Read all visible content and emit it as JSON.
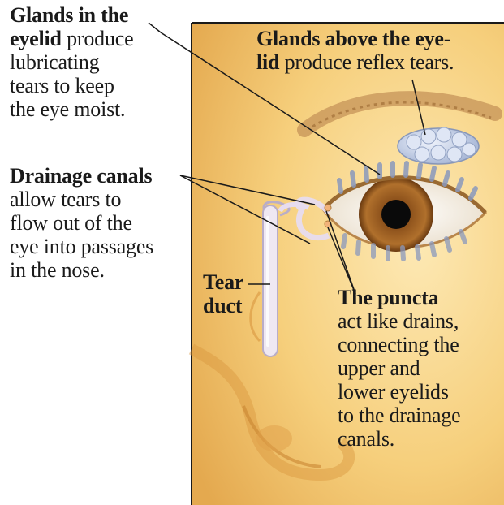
{
  "labels": {
    "eyelid_glands": {
      "lines": [
        {
          "bold": "Glands in the",
          "text": ""
        },
        {
          "bold": "eyelid",
          "text": " produce"
        },
        {
          "bold": "",
          "text": "lubricating"
        },
        {
          "bold": "",
          "text": "tears to keep"
        },
        {
          "bold": "",
          "text": "the eye moist."
        }
      ]
    },
    "above_glands": {
      "lines": [
        {
          "bold": "Glands above the eye-",
          "text": ""
        },
        {
          "bold": "lid",
          "text": " produce reflex tears."
        }
      ]
    },
    "drainage": {
      "lines": [
        {
          "bold": "Drainage canals",
          "text": ""
        },
        {
          "bold": "",
          "text": "allow tears to"
        },
        {
          "bold": "",
          "text": "flow out of the"
        },
        {
          "bold": "",
          "text": "eye into passages"
        },
        {
          "bold": "",
          "text": "in the nose."
        }
      ]
    },
    "tear_duct": {
      "lines": [
        {
          "bold": "Tear",
          "text": ""
        },
        {
          "bold": "duct",
          "text": ""
        }
      ]
    },
    "puncta": {
      "lines": [
        {
          "bold": "The puncta",
          "text": ""
        },
        {
          "bold": "",
          "text": "act like drains,"
        },
        {
          "bold": "",
          "text": "connecting the"
        },
        {
          "bold": "",
          "text": "upper and"
        },
        {
          "bold": "",
          "text": "lower eyelids"
        },
        {
          "bold": "",
          "text": "to the drainage"
        },
        {
          "bold": "",
          "text": "canals."
        }
      ]
    }
  },
  "colors": {
    "skin_light": "#fbe3a6",
    "skin": "#f3c56e",
    "skin_dark": "#d99a45",
    "iris": "#9a5a1e",
    "duct": "#ece4ef",
    "gland": "#c6d3ea"
  }
}
